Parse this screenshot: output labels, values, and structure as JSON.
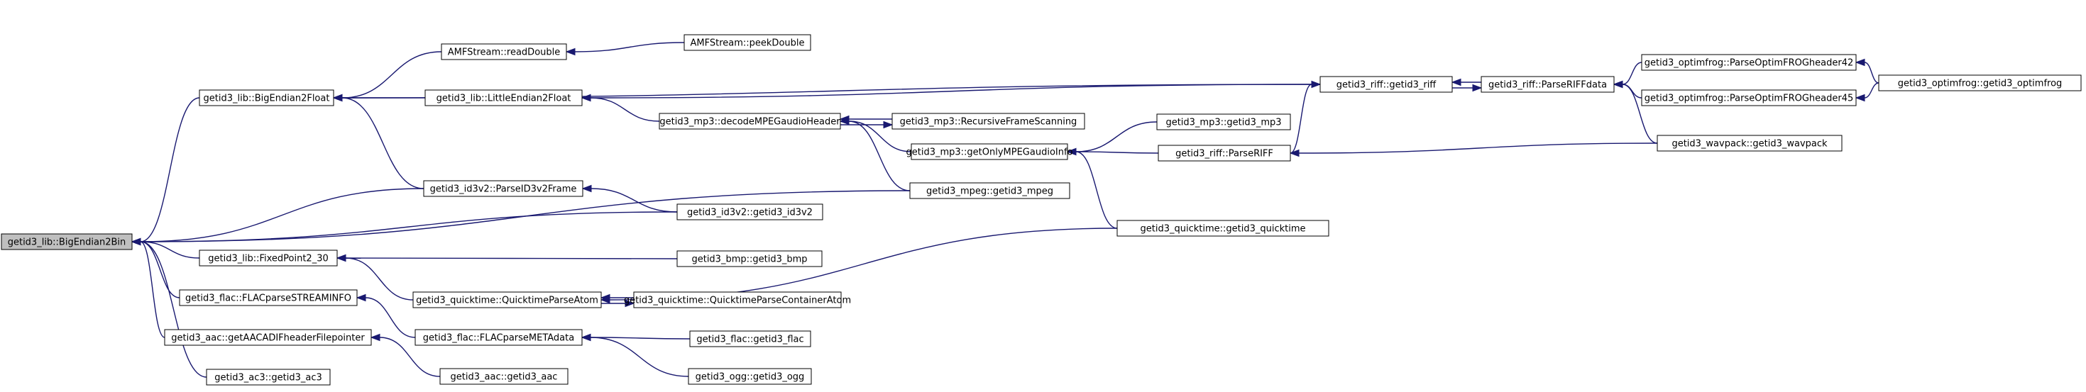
{
  "nodes": {
    "BigEndian2Bin": {
      "label": "getid3_lib::BigEndian2Bin",
      "root": true
    },
    "BigEndian2Float": {
      "label": "getid3_lib::BigEndian2Float"
    },
    "LittleEndian2Float": {
      "label": "getid3_lib::LittleEndian2Float"
    },
    "FixedPoint2_30": {
      "label": "getid3_lib::FixedPoint2_30"
    },
    "FLACparseSTREAMINFO": {
      "label": "getid3_flac::FLACparseSTREAMINFO"
    },
    "getAACADIFheaderFilepointer": {
      "label": "getid3_aac::getAACADIFheaderFilepointer"
    },
    "ac3": {
      "label": "getid3_ac3::getid3_ac3"
    },
    "readDouble": {
      "label": "AMFStream::readDouble"
    },
    "peekDouble": {
      "label": "AMFStream::peekDouble"
    },
    "decodeMPEGaudioHeader": {
      "label": "getid3_mp3::decodeMPEGaudioHeader"
    },
    "RecursiveFrameScanning": {
      "label": "getid3_mp3::RecursiveFrameScanning"
    },
    "getOnlyMPEGaudioInfo": {
      "label": "getid3_mp3::getOnlyMPEGaudioInfo"
    },
    "mp3": {
      "label": "getid3_mp3::getid3_mp3"
    },
    "mpeg": {
      "label": "getid3_mpeg::getid3_mpeg"
    },
    "ParseID3v2Frame": {
      "label": "getid3_id3v2::ParseID3v2Frame"
    },
    "id3v2": {
      "label": "getid3_id3v2::getid3_id3v2"
    },
    "bmp": {
      "label": "getid3_bmp::getid3_bmp"
    },
    "QuicktimeParseAtom": {
      "label": "getid3_quicktime::QuicktimeParseAtom"
    },
    "QuicktimeParseContainerAtom": {
      "label": "getid3_quicktime::QuicktimeParseContainerAtom"
    },
    "quicktime": {
      "label": "getid3_quicktime::getid3_quicktime"
    },
    "FLACparseMETAdata": {
      "label": "getid3_flac::FLACparseMETAdata"
    },
    "flac": {
      "label": "getid3_flac::getid3_flac"
    },
    "ogg": {
      "label": "getid3_ogg::getid3_ogg"
    },
    "aac": {
      "label": "getid3_aac::getid3_aac"
    },
    "riff": {
      "label": "getid3_riff::getid3_riff"
    },
    "ParseRIFFdata": {
      "label": "getid3_riff::ParseRIFFdata"
    },
    "ParseRIFF": {
      "label": "getid3_riff::ParseRIFF"
    },
    "ParseOptimFROGheader42": {
      "label": "getid3_optimfrog::ParseOptimFROGheader42"
    },
    "ParseOptimFROGheader45": {
      "label": "getid3_optimfrog::ParseOptimFROGheader45"
    },
    "optimfrog": {
      "label": "getid3_optimfrog::getid3_optimfrog"
    },
    "wavpack": {
      "label": "getid3_wavpack::getid3_wavpack"
    }
  },
  "edges": [
    [
      "BigEndian2Float",
      "BigEndian2Bin"
    ],
    [
      "LittleEndian2Float",
      "BigEndian2Float"
    ],
    [
      "FixedPoint2_30",
      "BigEndian2Bin"
    ],
    [
      "FLACparseSTREAMINFO",
      "BigEndian2Bin"
    ],
    [
      "getAACADIFheaderFilepointer",
      "BigEndian2Bin"
    ],
    [
      "ac3",
      "BigEndian2Bin"
    ],
    [
      "ParseID3v2Frame",
      "BigEndian2Bin"
    ],
    [
      "id3v2",
      "BigEndian2Bin"
    ],
    [
      "mpeg",
      "BigEndian2Bin"
    ],
    [
      "readDouble",
      "BigEndian2Float"
    ],
    [
      "peekDouble",
      "readDouble"
    ],
    [
      "ParseID3v2Frame",
      "BigEndian2Float"
    ],
    [
      "riff",
      "BigEndian2Float"
    ],
    [
      "riff",
      "LittleEndian2Float"
    ],
    [
      "decodeMPEGaudioHeader",
      "LittleEndian2Float"
    ],
    [
      "RecursiveFrameScanning",
      "decodeMPEGaudioHeader"
    ],
    [
      "decodeMPEGaudioHeader",
      "RecursiveFrameScanning"
    ],
    [
      "getOnlyMPEGaudioInfo",
      "decodeMPEGaudioHeader"
    ],
    [
      "mpeg",
      "decodeMPEGaudioHeader"
    ],
    [
      "mp3",
      "getOnlyMPEGaudioInfo"
    ],
    [
      "ParseRIFF",
      "getOnlyMPEGaudioInfo"
    ],
    [
      "quicktime",
      "getOnlyMPEGaudioInfo"
    ],
    [
      "id3v2",
      "ParseID3v2Frame"
    ],
    [
      "bmp",
      "FixedPoint2_30"
    ],
    [
      "QuicktimeParseAtom",
      "FixedPoint2_30"
    ],
    [
      "quicktime",
      "QuicktimeParseAtom"
    ],
    [
      "QuicktimeParseContainerAtom",
      "QuicktimeParseAtom"
    ],
    [
      "QuicktimeParseAtom",
      "QuicktimeParseContainerAtom"
    ],
    [
      "FLACparseMETAdata",
      "FLACparseSTREAMINFO"
    ],
    [
      "flac",
      "FLACparseMETAdata"
    ],
    [
      "ogg",
      "FLACparseMETAdata"
    ],
    [
      "aac",
      "getAACADIFheaderFilepointer"
    ],
    [
      "ParseRIFFdata",
      "riff"
    ],
    [
      "riff",
      "ParseRIFFdata"
    ],
    [
      "ParseRIFF",
      "riff"
    ],
    [
      "ParseOptimFROGheader42",
      "ParseRIFFdata"
    ],
    [
      "ParseOptimFROGheader45",
      "ParseRIFFdata"
    ],
    [
      "wavpack",
      "ParseRIFFdata"
    ],
    [
      "optimfrog",
      "ParseOptimFROGheader42"
    ],
    [
      "optimfrog",
      "ParseOptimFROGheader45"
    ],
    [
      "wavpack",
      "ParseRIFF"
    ]
  ]
}
